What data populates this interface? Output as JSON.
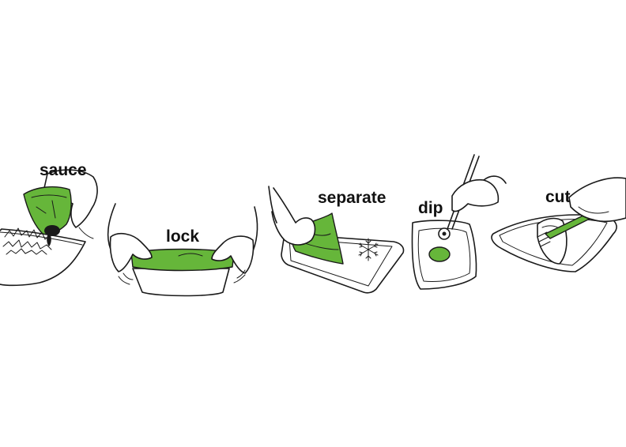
{
  "colors": {
    "accent_green": "#66b63a",
    "accent_green_dark": "#3f7a21",
    "ink": "#1a1a1a",
    "background": "#ffffff"
  },
  "steps": [
    {
      "label": "sauce",
      "icon": "pouring-sauce-icon"
    },
    {
      "label": "lock",
      "icon": "lid-lock-icon"
    },
    {
      "label": "separate",
      "icon": "peel-lid-icon"
    },
    {
      "label": "dip",
      "icon": "chopsticks-dip-icon"
    },
    {
      "label": "cut",
      "icon": "fork-cut-icon"
    }
  ],
  "extra_icons": [
    "snowflake-icon"
  ]
}
